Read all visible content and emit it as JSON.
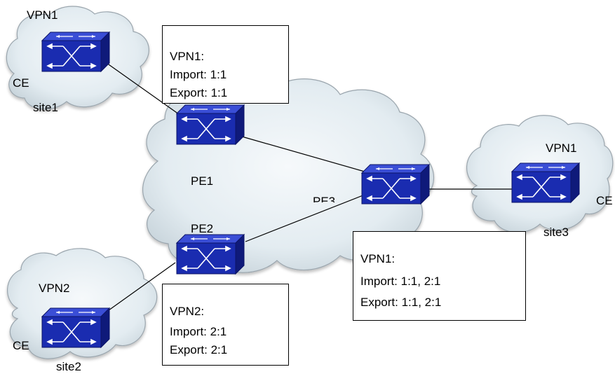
{
  "clouds": {
    "site1": {
      "vpn": "VPN1",
      "ce": "CE",
      "site": "site1"
    },
    "site2": {
      "vpn": "VPN2",
      "ce": "CE",
      "site": "site2"
    },
    "site3": {
      "vpn": "VPN1",
      "ce": "CE",
      "site": "site3"
    }
  },
  "core": {
    "pe1": "PE1",
    "pe2": "PE2",
    "pe3": "PE3"
  },
  "boxes": {
    "vpn1_top": {
      "title": "VPN1:",
      "import": "Import: 1:1",
      "export": "Export: 1:1"
    },
    "vpn2_bottom": {
      "title": "VPN2:",
      "import": "Import: 2:1",
      "export": "Export: 2:1"
    },
    "vpn1_right": {
      "title": "VPN1:",
      "import": "Import: 1:1, 2:1",
      "export": "Export: 1:1, 2:1"
    }
  },
  "colors": {
    "switch_front": "#1a2cb0",
    "switch_top": "#3a4ed6",
    "switch_side": "#0f1a7a",
    "cloud_fill": "#e4edf2",
    "cloud_stroke": "#9aa5ad"
  }
}
